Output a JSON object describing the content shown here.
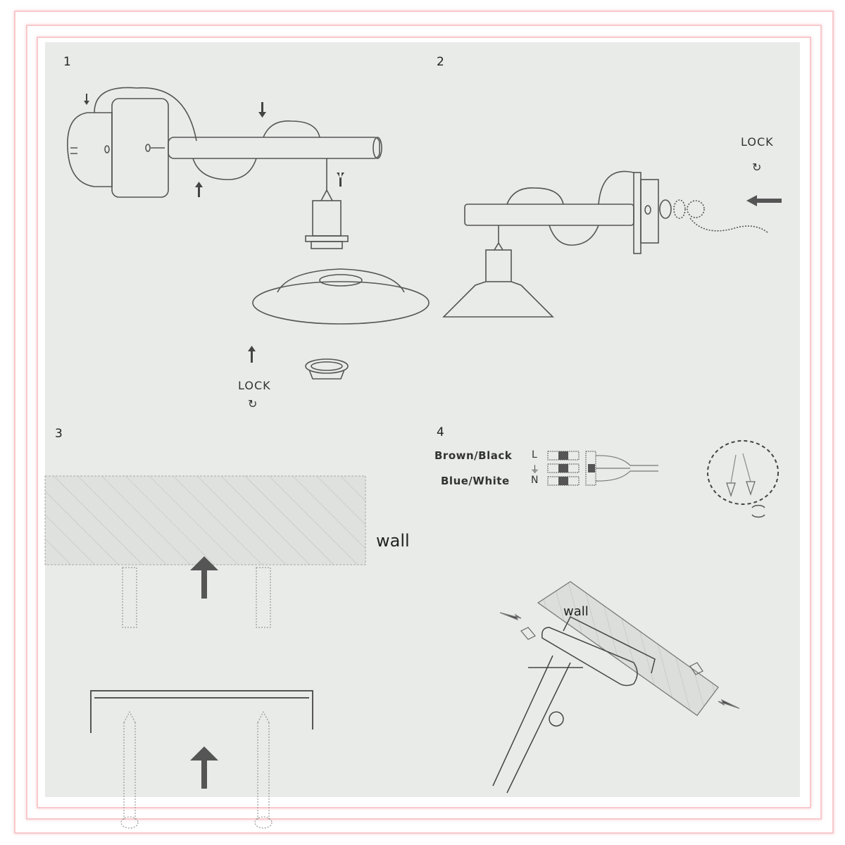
{
  "document": {
    "type": "wall lamp installation instructions",
    "steps": [
      {
        "number": "1",
        "label": "LOCK",
        "rotate_icon": "↻"
      },
      {
        "number": "2",
        "label": "LOCK",
        "rotate_icon": "↻"
      },
      {
        "number": "3",
        "wall_label": "wall"
      },
      {
        "number": "4",
        "wiring": [
          {
            "wire": "Brown/Black",
            "terminal": "L"
          },
          {
            "wire": "",
            "terminal": "⏚"
          },
          {
            "wire": "Blue/White",
            "terminal": "N"
          }
        ],
        "wall_label": "wall"
      }
    ]
  },
  "colors": {
    "frame_border": "#f8c9cc",
    "paper": "#e9ebe8",
    "ink": "#333333"
  }
}
